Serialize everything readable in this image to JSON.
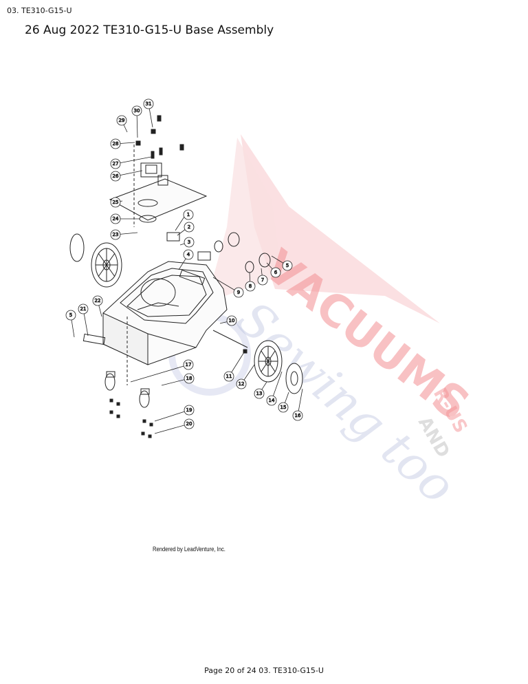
{
  "header": {
    "small_label": "03. TE310-G15-U",
    "title": "26 Aug 2022 TE310-G15-U Base Assembly"
  },
  "credit": "Rendered by LeadVenture, Inc.",
  "footer": "Page 20 of 24 03. TE310-G15-U",
  "watermark": {
    "line1": "VACUUMS",
    "line2": "R-US",
    "line3": "AND",
    "line4": "Sewing too",
    "color_red": "#e8343a",
    "color_blue": "#6b78b8"
  },
  "callouts": [
    "1",
    "2",
    "3",
    "4",
    "5",
    "5",
    "6",
    "7",
    "8",
    "9",
    "10",
    "11",
    "12",
    "13",
    "14",
    "15",
    "16",
    "17",
    "18",
    "19",
    "20",
    "21",
    "22",
    "23",
    "24",
    "25",
    "26",
    "27",
    "28",
    "29",
    "30",
    "31"
  ]
}
